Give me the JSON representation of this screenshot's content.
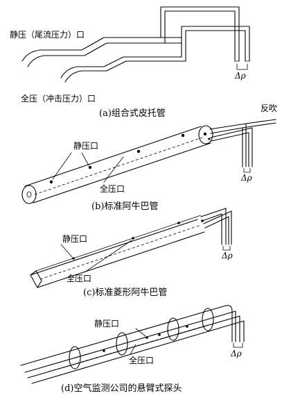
{
  "panel_a": {
    "static_port_label": "静压（尾流压力）口",
    "total_port_label": "全压（冲击压力）口",
    "delta_p": "Δρ",
    "caption": "(a)组合式皮托管"
  },
  "panel_b": {
    "backblow_label": "反吹",
    "static_port_label": "静压口",
    "total_port_label": "全压口",
    "delta_p": "Δρ",
    "caption": "(b)标准阿牛巴管"
  },
  "panel_c": {
    "static_port_label": "静压口",
    "total_port_label": "全压口",
    "delta_p": "Δρ",
    "caption": "(c)标准菱形阿牛巴管"
  },
  "panel_d": {
    "static_port_label": "静压口",
    "total_port_label": "全压口",
    "delta_p": "Δρ",
    "caption": "(d)空气监测公司的悬臂式探头"
  }
}
